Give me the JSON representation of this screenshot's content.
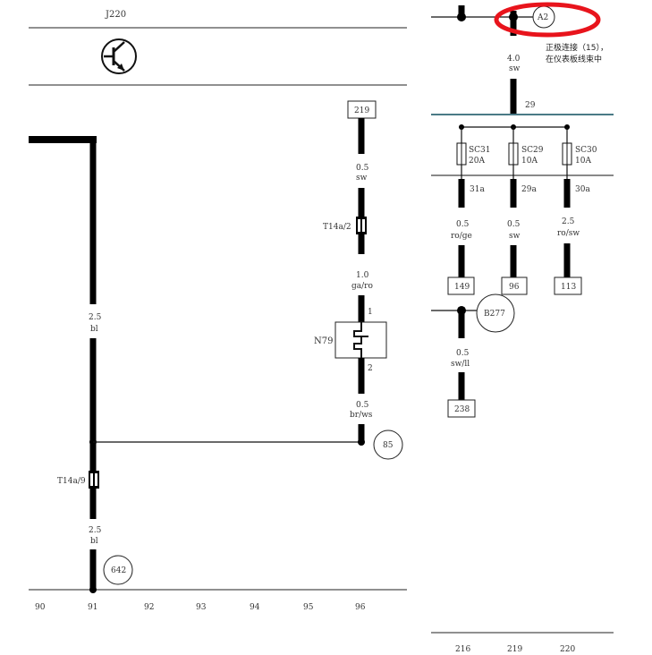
{
  "component_j220": "J220",
  "left_panel": {
    "columns": [
      "90",
      "91",
      "92",
      "93",
      "94",
      "95",
      "96"
    ],
    "wire_bl_top": {
      "size": "2.5",
      "color": "bl"
    },
    "wire_bl_bottom": {
      "size": "2.5",
      "color": "bl"
    },
    "connector_t14a9": "T14a/9",
    "ref_642": "642",
    "ref_219": "219",
    "wire_sw": {
      "size": "0.5",
      "color": "sw"
    },
    "connector_t14a2": "T14a/2",
    "wire_ga_ro": {
      "size": "1.0",
      "color": "ga/ro"
    },
    "component_n79": "N79",
    "pin_1": "1",
    "pin_2": "2",
    "wire_br_ws": {
      "size": "0.5",
      "color": "br/ws"
    },
    "ref_85": "85"
  },
  "right_panel": {
    "columns": [
      "216",
      "219",
      "220"
    ],
    "ground_a2": "A2",
    "annotation_line1": "正极连接（15），",
    "annotation_line2": "在仪表板线束中",
    "main_wire": {
      "size": "4.0",
      "color": "sw"
    },
    "bus_29": "29",
    "fuses": [
      {
        "name": "SC31",
        "rating": "20A",
        "out": "31a",
        "size": "0.5",
        "color": "ro/ge",
        "ref": "149"
      },
      {
        "name": "SC29",
        "rating": "10A",
        "out": "29a",
        "size": "0.5",
        "color": "sw",
        "ref": "96"
      },
      {
        "name": "SC30",
        "rating": "10A",
        "out": "30a",
        "size": "2.5",
        "color": "ro/sw",
        "ref": "113"
      }
    ],
    "ref_b277": "B277",
    "wire_sw_ll": {
      "size": "0.5",
      "color": "sw/ll"
    },
    "ref_238": "238"
  },
  "highlight_color": "#e8141c"
}
